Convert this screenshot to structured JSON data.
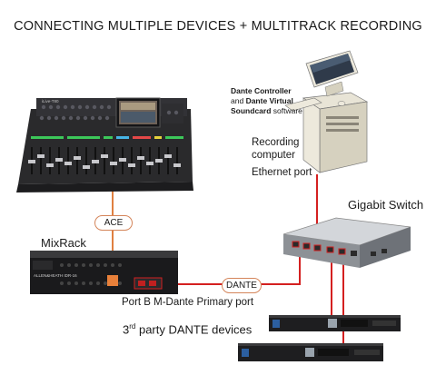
{
  "title": "CONNECTING MULTIPLE DEVICES + MULTITRACK RECORDING",
  "labels": {
    "controller_line1": "Dante Controller",
    "controller_line2_pre": "and",
    "controller_line2_bold": "Dante Virtual",
    "controller_line3_bold": "Soundcard",
    "controller_line3_post": "software",
    "recording_computer": "Recording computer",
    "ethernet_port": "Ethernet port",
    "gigabit_switch": "Gigabit Switch",
    "mixrack": "MixRack",
    "ace_pill": "ACE",
    "dante_pill": "DANTE",
    "port_b": "Port B M-Dante Primary port",
    "third_pre": "3",
    "third_sup": "rd",
    "third_post": " party DANTE devices",
    "mixer_brand": "iLive-T80",
    "rack_brand": "ALLEN&HEATH IDR-16"
  },
  "colors": {
    "cable_red": "#d42020",
    "cable_orange": "#e08040",
    "pill_border": "#d4855a"
  }
}
